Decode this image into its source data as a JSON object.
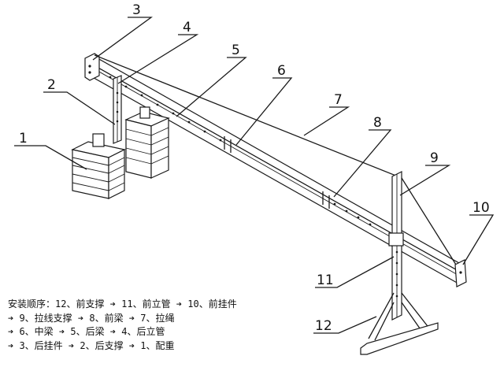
{
  "callouts": [
    {
      "label": "1"
    },
    {
      "label": "2"
    },
    {
      "label": "3"
    },
    {
      "label": "4"
    },
    {
      "label": "5"
    },
    {
      "label": "6"
    },
    {
      "label": "7"
    },
    {
      "label": "8"
    },
    {
      "label": "9"
    },
    {
      "label": "10"
    },
    {
      "label": "11"
    },
    {
      "label": "12"
    }
  ],
  "sequence": {
    "lines": [
      "安装顺序：12、前支撑 ➔ 11、前立管 ➔ 10、前挂件",
      "➔ 9、拉线支撑 ➔ 8、前梁 ➔ 7、拉绳",
      "➔ 6、中梁 ➔ 5、后梁 ➔ 4、后立管",
      "➔ 3、后挂件 ➔ 2、后支撑 ➔ 1、配重"
    ]
  }
}
